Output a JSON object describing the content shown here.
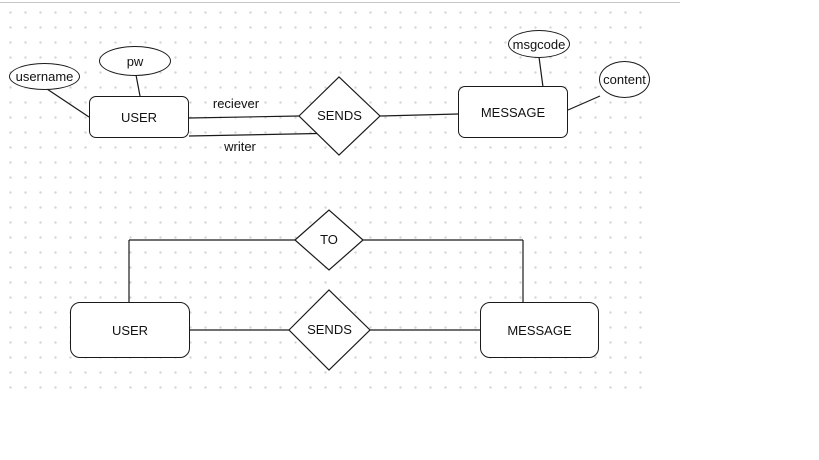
{
  "colors": {
    "stroke": "#1a1a1a",
    "text": "#111111",
    "grid_dot": "#d5d5d5",
    "canvas_border": "#c5c5c5",
    "background": "#ffffff"
  },
  "top_diagram": {
    "user_entity": "USER",
    "message_entity": "MESSAGE",
    "sends_relationship": "SENDS",
    "attributes": {
      "username": "username",
      "pw": "pw",
      "msgcode": "msgcode",
      "content": "content"
    },
    "edge_labels": {
      "receiver": "reciever",
      "writer": "writer"
    }
  },
  "bottom_diagram": {
    "user_entity": "USER",
    "message_entity": "MESSAGE",
    "sends_relationship": "SENDS",
    "to_relationship": "TO"
  }
}
